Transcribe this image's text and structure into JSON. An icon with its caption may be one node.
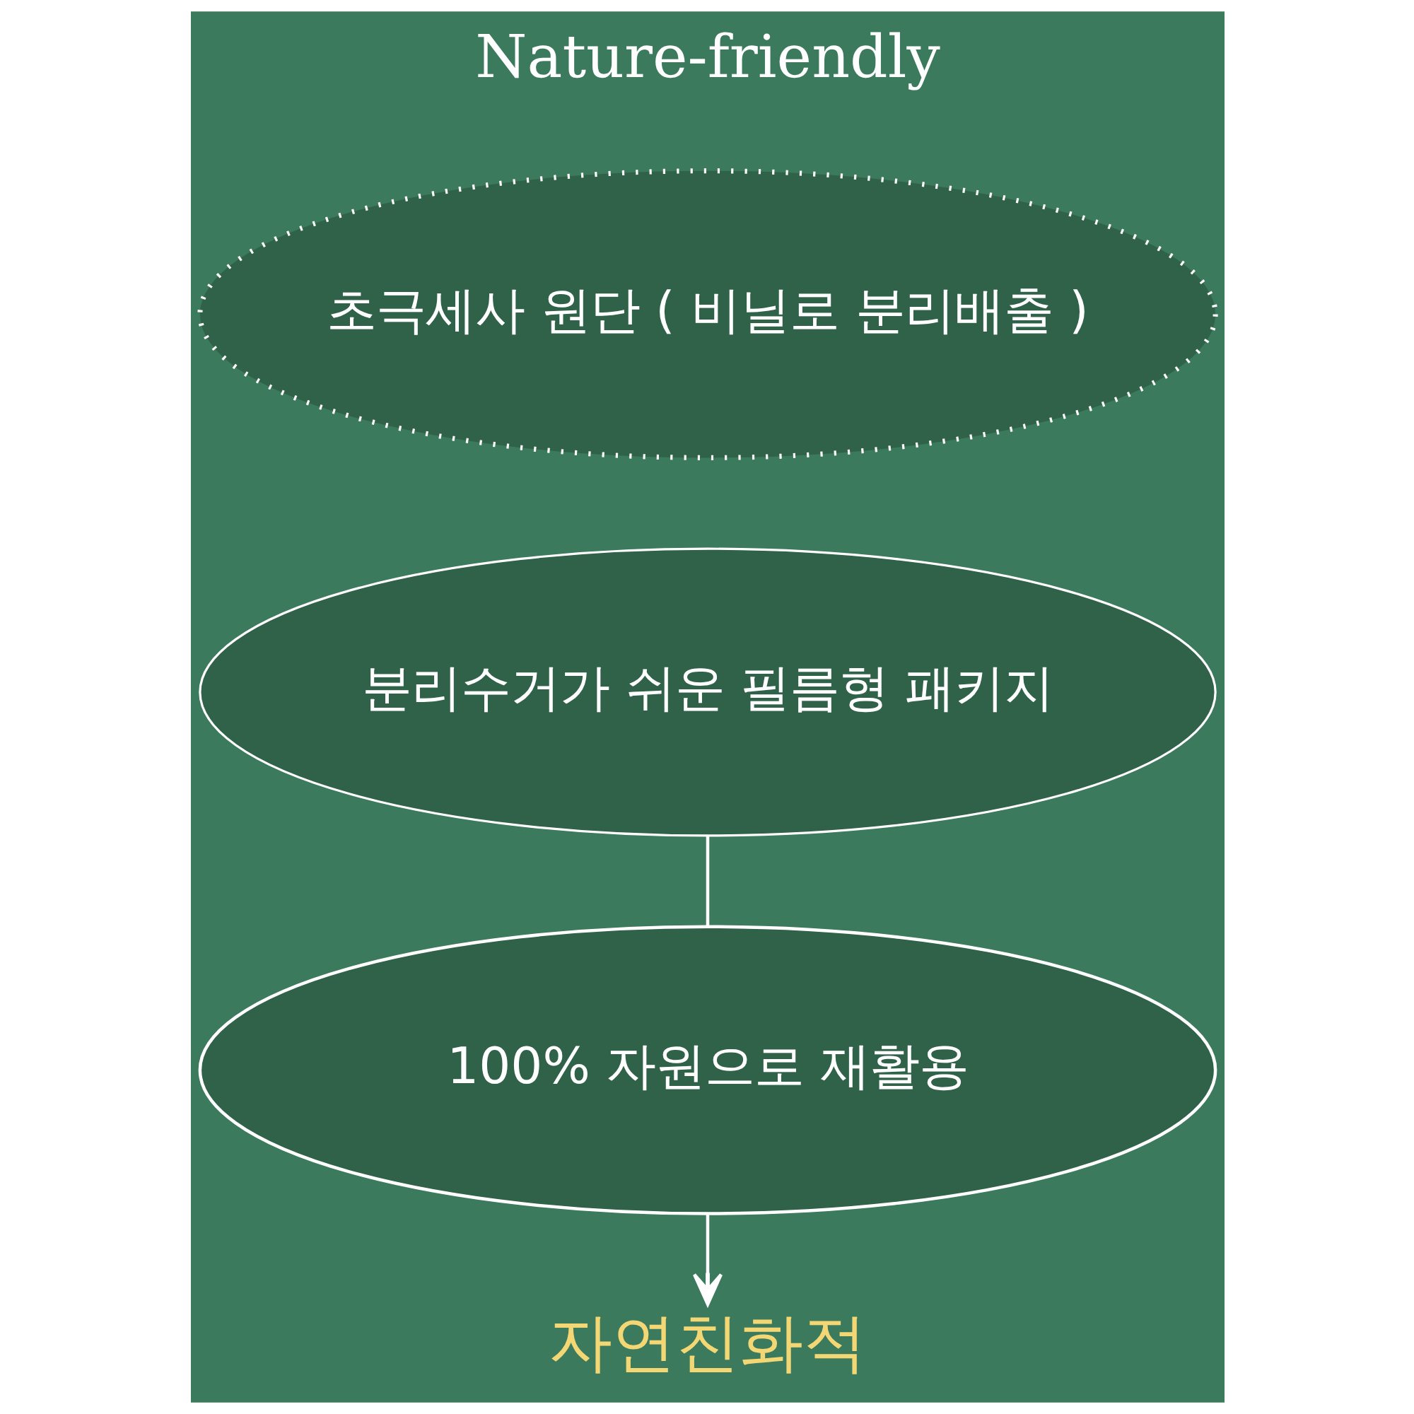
{
  "diagram": {
    "title": "Nature-friendly",
    "nodes": [
      {
        "text": [
          "초극세사 원단 ( 비닐로 분리배출 )"
        ]
      },
      {
        "text": [
          "분리수거가 쉬운 필름형 패키지"
        ]
      },
      {
        "text": [
          "100% 자원으로 재활용"
        ]
      },
      {
        "text": [
          "자연친화적"
        ]
      }
    ],
    "edges": [
      {
        "from": 1,
        "to": 2,
        "arrow": "none"
      },
      {
        "from": 2,
        "to": 3,
        "arrow": "to"
      }
    ]
  }
}
